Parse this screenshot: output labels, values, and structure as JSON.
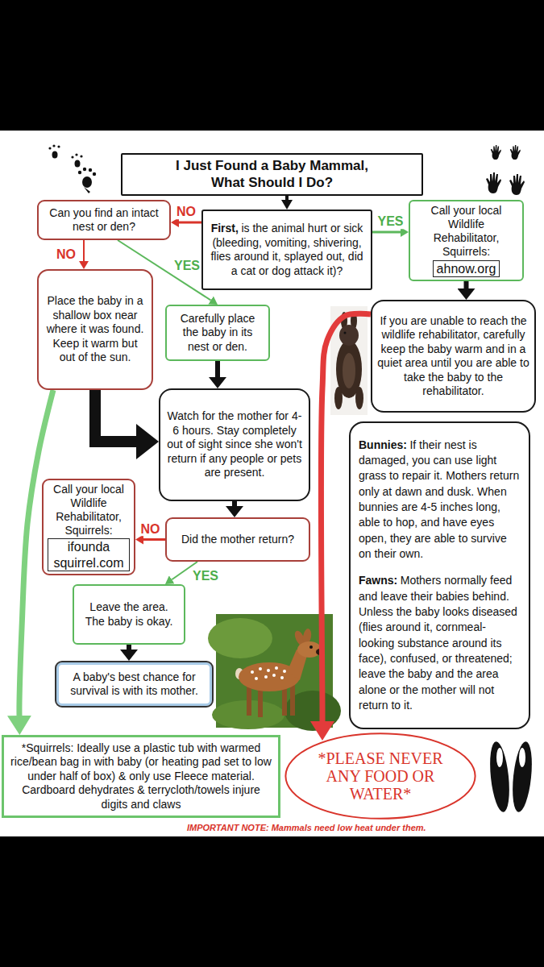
{
  "diagram": {
    "nodes": [
      {
        "text": [
          "I Just Found a Baby Mammal, What Should I Do?"
        ]
      },
      {
        "text": [
          "Can you find an intact nest or den?"
        ]
      },
      {
        "text": [
          "First,",
          "is the animal hurt or sick (bleeding, vomiting, shivering, flies around it, splayed out, did a cat or dog attack it)?"
        ]
      },
      {
        "text": [
          "Call your local Wildlife Rehabilitator,",
          "Squirrels:",
          "ahnow.org"
        ]
      },
      {
        "text": [
          "Place the baby in a shallow box near where it was found. Keep it warm but out of the sun."
        ]
      },
      {
        "text": [
          "Carefully place the baby in its nest or den."
        ]
      },
      {
        "text": [
          "If you are unable to reach the wildlife rehabilitator, carefully keep the baby warm and in a quiet area until you are able to take the baby to the rehabilitator."
        ]
      },
      {
        "text": [
          "Watch for the mother for 4-6 hours. Stay completely out of sight since she won't return if any people or pets are present."
        ]
      },
      {
        "text": [
          "Bunnies:",
          "If their nest is damaged, you can use light grass to repair it. Mothers return only at dawn and dusk. When bunnies are 4-5 inches long, able to hop, and have eyes open, they are able to survive on their own.",
          "Fawns:",
          "Mothers normally feed and leave their babies behind. Unless the baby looks diseased (flies around it, cornmeal-looking substance around its face), confused, or threatened; leave the baby and the area alone or the mother will not return to it."
        ]
      },
      {
        "text": [
          "Call your local Wildlife Rehabilitator,",
          "Squirrels:",
          "ifounda squirrel.com"
        ]
      },
      {
        "text": [
          "Did the mother return?"
        ]
      },
      {
        "text": [
          "Leave the area. The baby is okay."
        ]
      },
      {
        "text": [
          "A baby's best chance for survival is with its mother."
        ]
      },
      {
        "text": [
          "*Squirrels: Ideally use a plastic tub with warmed rice/bean bag in with baby (or heating pad set to low under half of box) & only use Fleece material. Cardboard dehydrates & terrycloth/towels injure digits and claws"
        ]
      },
      {
        "text": [
          "*PLEASE NEVER ANY FOOD OR WATER*"
        ]
      }
    ],
    "edges": [
      {
        "from": 0,
        "to": 2,
        "arrow": "to"
      },
      {
        "from": 2,
        "to": 1,
        "label": "NO",
        "arrow": "to"
      },
      {
        "from": 2,
        "to": 3,
        "label": "YES",
        "arrow": "to"
      },
      {
        "from": 1,
        "to": 4,
        "label": "NO",
        "arrow": "to"
      },
      {
        "from": 1,
        "to": 5,
        "label": "YES",
        "arrow": "to"
      },
      {
        "from": 3,
        "to": 6,
        "arrow": "to"
      },
      {
        "from": 5,
        "to": 7,
        "arrow": "to"
      },
      {
        "from": 4,
        "to": 7,
        "arrow": "to"
      },
      {
        "from": 7,
        "to": 10,
        "arrow": "to"
      },
      {
        "from": 10,
        "to": 9,
        "label": "NO",
        "arrow": "to"
      },
      {
        "from": 10,
        "to": 11,
        "label": "YES",
        "arrow": "to"
      },
      {
        "from": 11,
        "to": 12,
        "arrow": "to"
      },
      {
        "from": 4,
        "to": 13,
        "arrow": "to"
      },
      {
        "from": 6,
        "to": 14,
        "arrow": "to"
      }
    ],
    "labels": [
      "IMPORTANT NOTE: Mammals need low heat under them."
    ]
  }
}
